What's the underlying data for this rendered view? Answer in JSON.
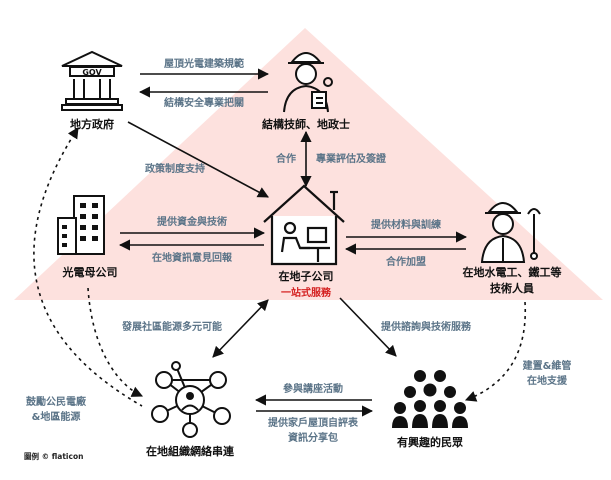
{
  "nodes": {
    "government": {
      "label": "地方政府",
      "icon": "government-building-icon"
    },
    "structural": {
      "label": "結構技師、地政士",
      "icon": "engineer-worker-icon"
    },
    "parent": {
      "label": "光電母公司",
      "icon": "office-building-icon"
    },
    "center": {
      "label": "在地子公司",
      "sublabel": "一站式服務",
      "icon": "house-office-icon"
    },
    "technician": {
      "label_line1": "在地水電工、鐵工等",
      "label_line2": "技術人員",
      "icon": "technician-wrench-icon"
    },
    "network": {
      "label": "在地組織網絡串連",
      "icon": "network-people-icon"
    },
    "public": {
      "label": "有興趣的民眾",
      "icon": "crowd-icon"
    }
  },
  "edges": {
    "gov_structural_top": "屋頂光電建築規範",
    "gov_structural_bottom": "結構安全專業把關",
    "gov_center": "政策制度支持",
    "structural_center_left": "合作",
    "structural_center_right": "專業評估及簽證",
    "parent_center_top": "提供資金與技術",
    "parent_center_bottom": "在地資訊意見回報",
    "center_tech_top": "提供材料與訓練",
    "center_tech_bottom": "合作加盟",
    "center_network": "發展社區能源多元可能",
    "center_public": "提供諮詢與技術服務",
    "tech_public_line1": "建置&維管",
    "tech_public_line2": "在地支援",
    "network_public_top": "參與講座活動",
    "network_public_bottom_line1": "提供家戶屋頂自評表",
    "network_public_bottom_line2": "資訊分享包",
    "gov_network_line1": "鼓勵公民電廠",
    "gov_network_line2": "&地區能源"
  },
  "legend": "圖例 © flaticon",
  "colors": {
    "triangle": "#fde1de",
    "edge_label": "#5b7488",
    "highlight": "#d42020",
    "line": "#111111"
  }
}
